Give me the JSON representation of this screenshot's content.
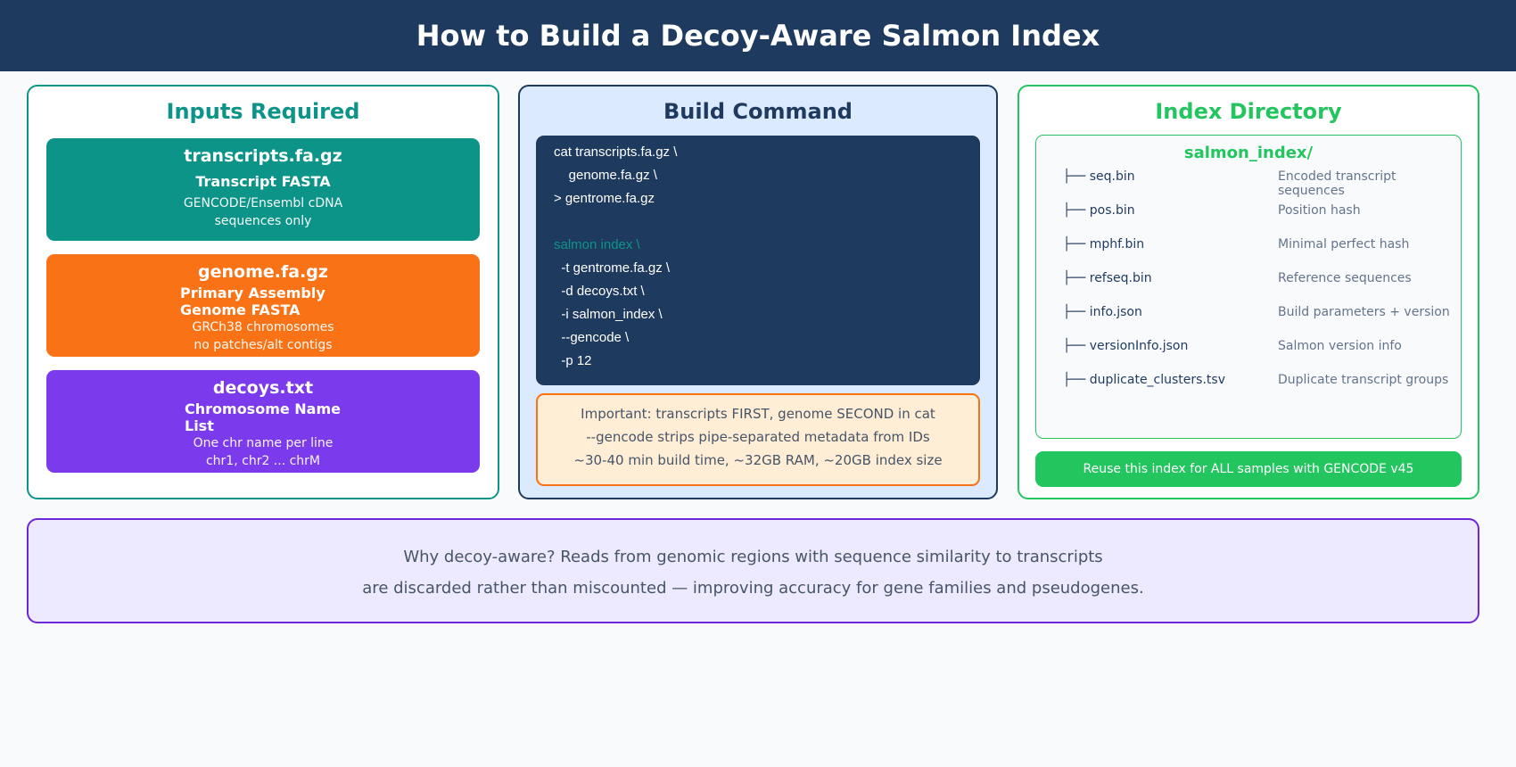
{
  "title": "How to Build a Decoy-Aware Salmon Index",
  "inputs": {
    "title": "Inputs Required",
    "items": [
      {
        "file": "transcripts.fa.gz",
        "subtitle": "Transcript FASTA",
        "desc": [
          "GENCODE/Ensembl cDNA",
          "sequences only"
        ],
        "color": "#0d9488"
      },
      {
        "file": "genome.fa.gz",
        "subtitle": "Primary Assembly Genome FASTA",
        "desc": [
          "GRCh38 chromosomes",
          "no patches/alt contigs"
        ],
        "color": "#f97316"
      },
      {
        "file": "decoys.txt",
        "subtitle": "Chromosome Name List",
        "desc": [
          "One chr name per line",
          "chr1, chr2 ... chrM"
        ],
        "color": "#7c3aed"
      }
    ]
  },
  "build": {
    "title": "Build Command",
    "code": [
      "cat transcripts.fa.gz \\",
      "    genome.fa.gz \\",
      "> gentrome.fa.gz",
      "",
      "salmon index \\",
      "  -t gentrome.fa.gz \\",
      "  -d decoys.txt \\",
      "  -i salmon_index \\",
      "  --gencode \\",
      "  -p 12"
    ],
    "notes": [
      "Important: transcripts FIRST, genome SECOND in cat",
      "--gencode strips pipe-separated metadata from IDs",
      "~30-40 min build time, ~32GB RAM, ~20GB index size"
    ]
  },
  "index": {
    "title": "Index Directory",
    "root": "salmon_index/",
    "branch": "├──",
    "files": [
      {
        "name": "seq.bin",
        "desc": "Encoded transcript sequences"
      },
      {
        "name": "pos.bin",
        "desc": "Position hash"
      },
      {
        "name": "mphf.bin",
        "desc": "Minimal perfect hash"
      },
      {
        "name": "refseq.bin",
        "desc": "Reference sequences"
      },
      {
        "name": "info.json",
        "desc": "Build parameters + version"
      },
      {
        "name": "versionInfo.json",
        "desc": "Salmon version info"
      },
      {
        "name": "duplicate_clusters.tsv",
        "desc": "Duplicate transcript groups"
      }
    ],
    "reuse": "Reuse this index for ALL samples with GENCODE v45"
  },
  "why": [
    "Why decoy-aware? Reads from genomic regions with sequence similarity to transcripts",
    "are discarded rather than miscounted — improving accuracy for gene families and pseudogenes."
  ]
}
